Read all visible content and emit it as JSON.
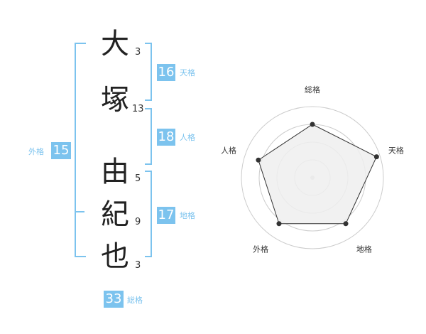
{
  "name": {
    "chars": [
      {
        "char": "大",
        "strokes": "3"
      },
      {
        "char": "塚",
        "strokes": "13"
      },
      {
        "char": "由",
        "strokes": "5"
      },
      {
        "char": "紀",
        "strokes": "9"
      },
      {
        "char": "也",
        "strokes": "3"
      }
    ]
  },
  "fortunes": {
    "tenkaku": {
      "value": "16",
      "label": "天格"
    },
    "jinkaku": {
      "value": "18",
      "label": "人格"
    },
    "chikaku": {
      "value": "17",
      "label": "地格"
    },
    "gaikaku": {
      "value": "15",
      "label": "外格"
    },
    "soukaku": {
      "value": "33",
      "label": "総格"
    }
  },
  "colors": {
    "accent": "#7cc3ee",
    "radar_fill": "#efefef",
    "ring": "#cccccc"
  },
  "chart_data": {
    "type": "radar",
    "axes": [
      "総格",
      "天格",
      "地格",
      "外格",
      "人格"
    ],
    "values": [
      0.75,
      0.95,
      0.8,
      0.8,
      0.8
    ],
    "max": 1,
    "rings": 4
  }
}
